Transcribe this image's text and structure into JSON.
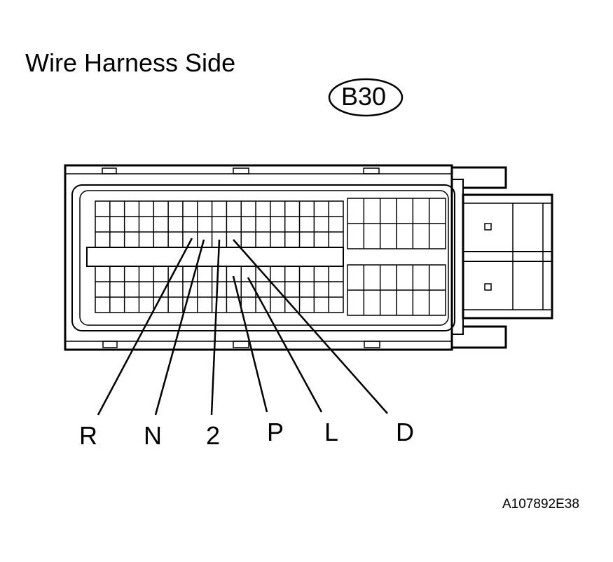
{
  "title": "Wire Harness Side",
  "connector": {
    "code": "B30"
  },
  "figure_id": "A107892E38",
  "pins": [
    {
      "label": "R"
    },
    {
      "label": "N"
    },
    {
      "label": "2"
    },
    {
      "label": "P"
    },
    {
      "label": "L"
    },
    {
      "label": "D"
    }
  ]
}
